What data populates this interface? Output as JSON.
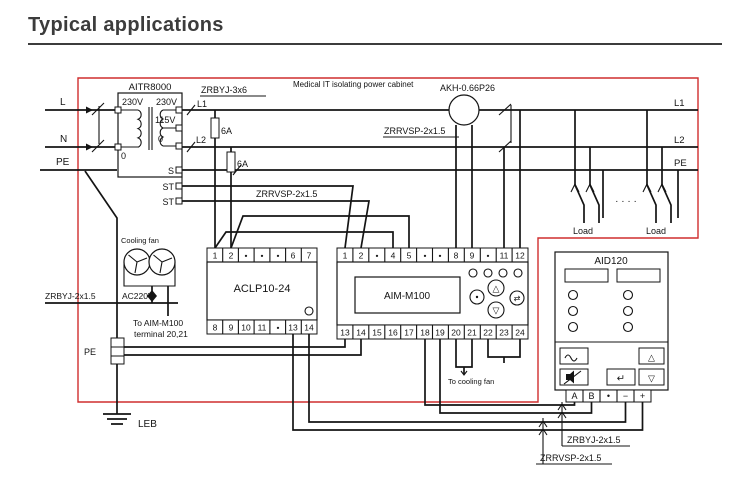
{
  "title": "Typical applications",
  "cabinet_label": "Medical IT isolating power cabinet",
  "colors": {
    "red": "#cf2e2e"
  },
  "feeders": {
    "l": "L",
    "n": "N",
    "pe": "PE"
  },
  "transformer": {
    "name": "AITR8000",
    "primary_voltage": "230V",
    "primary_zero": "0",
    "secondary_230": "230V",
    "secondary_115": "115V",
    "secondary_zero": "0",
    "terminal_s": "S",
    "terminal_st1": "ST",
    "terminal_st2": "ST"
  },
  "output_cable": "ZRBYJ-3x6",
  "taps": {
    "l1": "L1",
    "l2": "L2"
  },
  "fuses": {
    "f1": "6A",
    "f2": "6A"
  },
  "ct_label": "AKH-0.66P26",
  "ct_cable": "ZRRVSP-2x1.5",
  "st_cable": "ZRRVSP-2x1.5",
  "bus_right": {
    "l1": "L1",
    "l2": "L2",
    "pe": "PE"
  },
  "loads": {
    "left": "Load",
    "right": "Load",
    "ellipsis": "· · · ·"
  },
  "fan": {
    "title": "Cooling fan",
    "cable": "ZRBYJ-2x1.5",
    "voltage": "AC220V",
    "note_line1": "To AIM-M100",
    "note_line2": "terminal 20,21"
  },
  "aclp": {
    "name": "ACLP10-24",
    "top_terminals": [
      "1",
      "2",
      "•",
      "•",
      "•",
      "6",
      "7"
    ],
    "bottom_terminals": [
      "8",
      "9",
      "10",
      "11",
      "•",
      "13",
      "14"
    ]
  },
  "aim": {
    "name": "AIM-M100",
    "top_terminals": [
      "1",
      "2",
      "•",
      "4",
      "5",
      "•",
      "•",
      "8",
      "9",
      "•",
      "11",
      "12"
    ],
    "bottom_terminals": [
      "13",
      "14",
      "15",
      "16",
      "17",
      "18",
      "19",
      "20",
      "21",
      "22",
      "23",
      "24"
    ],
    "btn_up": "△",
    "btn_down": "▽",
    "btn_set": "⇄",
    "fan_note": "To cooling fan"
  },
  "aid": {
    "name": "AID120",
    "terminals": [
      "A",
      "B",
      "•",
      "−",
      "+"
    ],
    "btn_enter": "↵",
    "btn_up": "△",
    "btn_down": "▽"
  },
  "pe_block_label": "PE",
  "ground_label": "LEB",
  "bottom_cables": {
    "rs485_pair": "ZRBYJ-2x1.5",
    "power_pair": "ZRRVSP-2x1.5"
  }
}
